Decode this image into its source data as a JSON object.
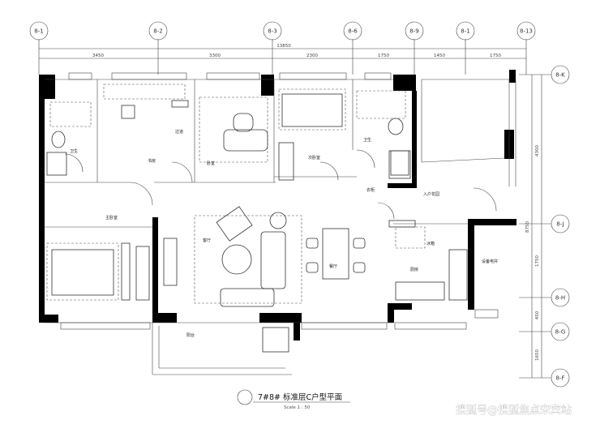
{
  "axes_top": [
    "8-1",
    "8-2",
    "8-3",
    "8-6",
    "8-9",
    "8-1",
    "8-13"
  ],
  "axes_right": [
    "8-K",
    "8-J",
    "8-H",
    "8-G",
    "8-F"
  ],
  "dims_top_total": "13850",
  "dims_top": [
    "3450",
    "3300",
    "2300",
    "1750",
    "1450",
    "1750"
  ],
  "dims_right": [
    "4300",
    "1750",
    "450",
    "1650"
  ],
  "dims_right_total": "8750",
  "rooms": {
    "master_bedroom": "主卧室",
    "study": "书房",
    "second_bedroom": "次卧室",
    "bathroom_left": "卫生",
    "bathroom_right": "卫生",
    "living_room": "客厅",
    "dining_room": "餐厅",
    "kitchen": "厨房",
    "entrance": "入户花园",
    "bedroom": "卧室",
    "corridor": "过道",
    "balcony": "阳台",
    "wardrobe": "衣柜",
    "equipment": "设备电井",
    "fridge": "冰箱"
  },
  "title": "7#8#  标准层C户型平面",
  "scale": "Scale  1 : 50",
  "watermark": "搜狐号@搜狐焦点宋宾站"
}
